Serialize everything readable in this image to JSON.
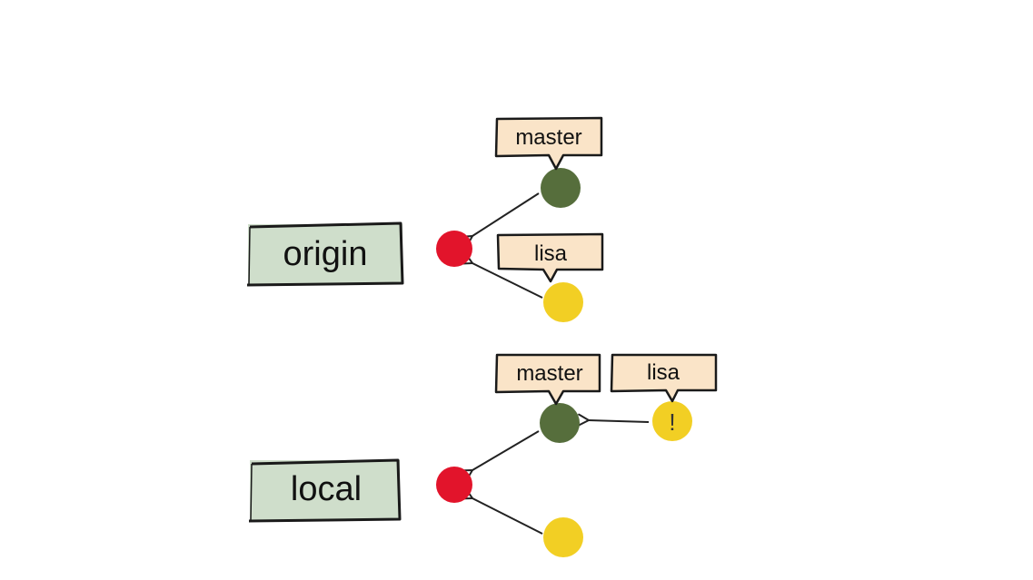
{
  "colors": {
    "repo_box_fill": "#cfdecb",
    "tag_fill": "#fae4c8",
    "commit_base": "#e2142b",
    "commit_master": "#566e3c",
    "commit_lisa": "#f2cf24",
    "arrow": "#222222"
  },
  "origin": {
    "label": "origin",
    "master_tag": "master",
    "lisa_tag": "lisa"
  },
  "local": {
    "label": "local",
    "master_tag": "master",
    "lisa_tag": "lisa",
    "lisa_marker": "!"
  }
}
